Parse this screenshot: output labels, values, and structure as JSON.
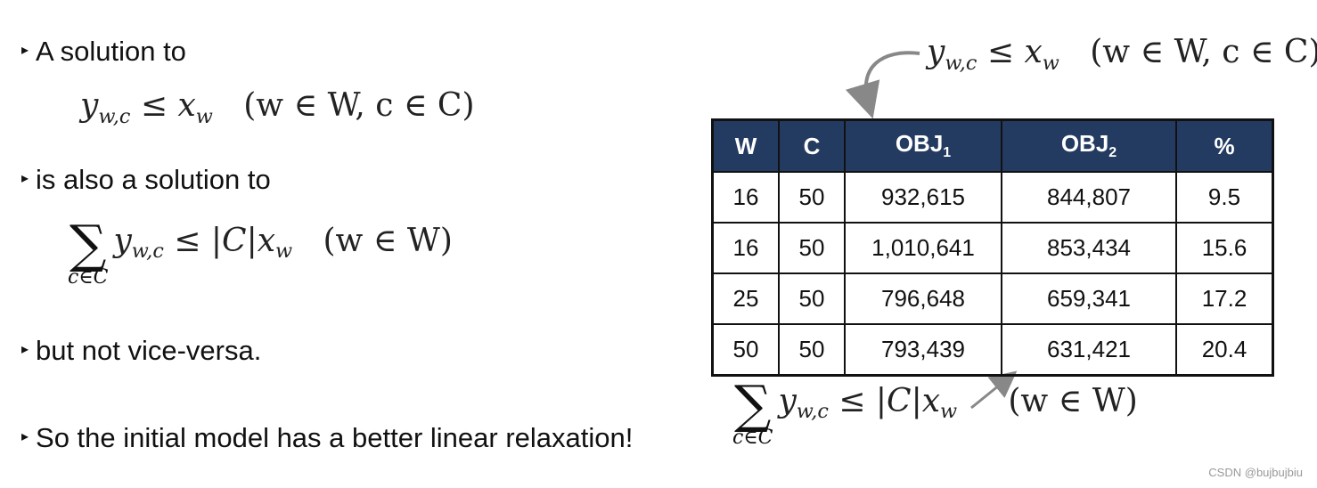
{
  "bullets": [
    {
      "text": "A solution to"
    },
    {
      "text": "is also a solution to"
    },
    {
      "text": "but not vice-versa."
    },
    {
      "text": "So the initial model has a better linear relaxation!"
    }
  ],
  "bullet_marker": "▸",
  "formula_individual": {
    "lhs": "y",
    "lhs_sub": "w,c",
    "op": "≤",
    "rhs": "x",
    "rhs_sub": "w",
    "domain": "(w ∈ W, c ∈ C)"
  },
  "formula_aggregated": {
    "sigma": "∑",
    "under": "c∈C",
    "lhs": "y",
    "lhs_sub": "w,c",
    "op": "≤",
    "rhs": "|C|x",
    "rhs_sub": "w",
    "domain": "(w ∈ W)"
  },
  "table": {
    "headers": [
      "W",
      "C",
      "OBJ",
      "OBJ",
      "%"
    ],
    "header_subs": [
      "",
      "",
      "1",
      "2",
      ""
    ],
    "rows": [
      [
        "16",
        "50",
        "932,615",
        "844,807",
        "9.5"
      ],
      [
        "16",
        "50",
        "1,010,641",
        "853,434",
        "15.6"
      ],
      [
        "25",
        "50",
        "796,648",
        "659,341",
        "17.2"
      ],
      [
        "50",
        "50",
        "793,439",
        "631,421",
        "20.4"
      ]
    ],
    "header_bg": "#243b61"
  },
  "watermark": "CSDN @bujbujbiu"
}
